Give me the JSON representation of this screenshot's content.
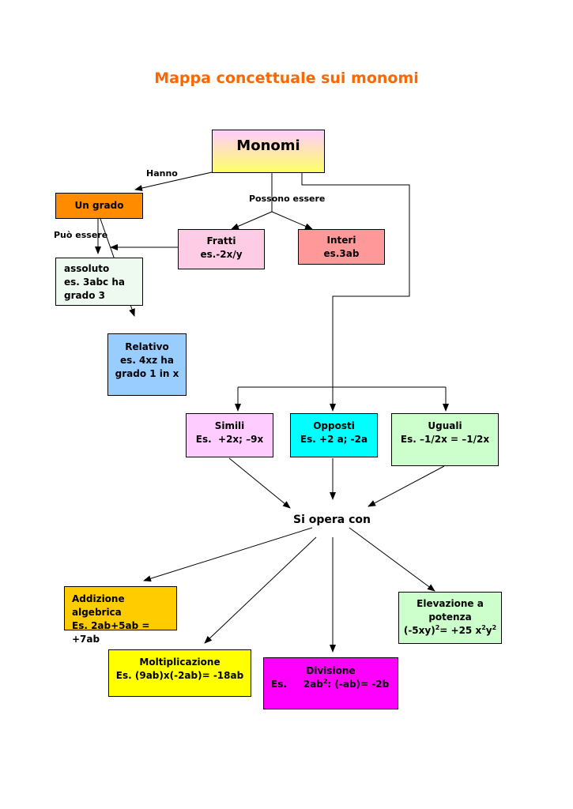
{
  "title": "Mappa concettuale sui monomi",
  "colors": {
    "title": "#ff6600",
    "monomi": "gradient #ffccff to #ffff66",
    "un_grado": "#ff8c00",
    "fratti": "#ffcce6",
    "interi": "#ff9999",
    "assoluto": "#eefaf0",
    "relativo": "#99ccff",
    "simili": "#ffccff",
    "opposti": "#00ffff",
    "uguali": "#ccffcc",
    "addizione": "#ffcc00",
    "moltiplicazione": "#ffff00",
    "divisione": "#ff00ff",
    "elevazione": "#ccffcc"
  },
  "nodes": {
    "monomi": "Monomi",
    "un_grado": "Un grado",
    "fratti": {
      "line1": "Fratti",
      "line2": "es.-2x/y"
    },
    "interi": {
      "line1": "Interi",
      "line2": "es.3ab"
    },
    "assoluto": {
      "line1": "assoluto",
      "line2": "es. 3abc ha",
      "line3": "grado 3"
    },
    "relativo": {
      "line1": "Relativo",
      "line2": "es. 4xz ha",
      "line3": "grado 1 in x"
    },
    "simili": {
      "line1": "Simili",
      "line2": "Es.  +2x; –9x"
    },
    "opposti": {
      "line1": "Opposti",
      "line2": "Es. +2 a; -2a"
    },
    "uguali": {
      "line1": "Uguali",
      "line2": "Es. –1/2x = –1/2x"
    },
    "si_opera_con": "Si opera con",
    "addizione": {
      "line1": "Addizione algebrica",
      "line2": "Es. 2ab+5ab = +7ab"
    },
    "moltiplicazione": {
      "line1": "Moltiplicazione",
      "line2": "Es. (9ab)x(-2ab)= -18ab"
    },
    "divisione": {
      "line1": "Divisione",
      "line2_a": "Es.     2ab",
      "line2_sup": "2",
      "line2_b": ": (-ab)= -2b"
    },
    "elevazione": {
      "line1": "Elevazione a",
      "line2": "potenza",
      "line3_a": "(-5xy)",
      "line3_sup1": "2",
      "line3_b": "= +25 x",
      "line3_sup2": "2",
      "line3_c": "y",
      "line3_sup3": "2"
    }
  },
  "edge_labels": {
    "hanno": "Hanno",
    "possono_essere": "Possono essere",
    "puo_essere": "Può essere"
  }
}
